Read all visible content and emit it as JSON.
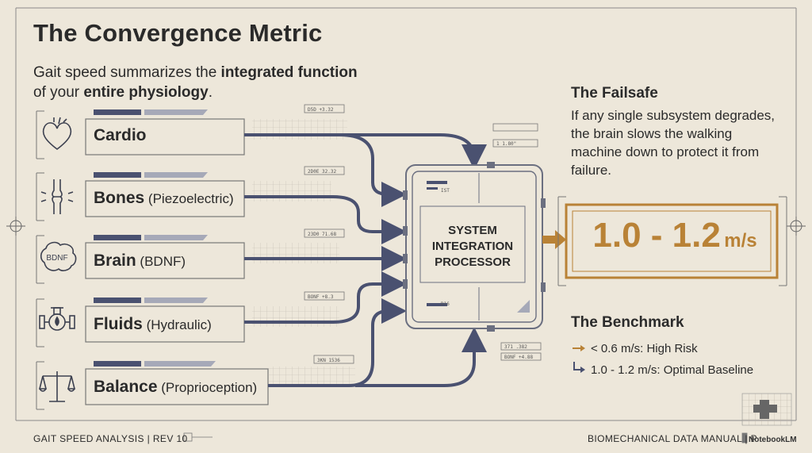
{
  "title": "The Convergence Metric",
  "subtitle": {
    "line1_prefix": "Gait speed summarizes the ",
    "line1_bold": "integrated function",
    "line2_prefix": "of your ",
    "line2_bold": "entire physiology",
    "line2_suffix": "."
  },
  "modules": [
    {
      "label": "Cardio",
      "paren": "",
      "icon": "heart-icon",
      "tag": "D5D  +3.32"
    },
    {
      "label": "Bones",
      "paren": " (Piezoelectric)",
      "icon": "bone-joint-icon",
      "tag": "2D0E  32.32"
    },
    {
      "label": "Brain",
      "paren": " (BDNF)",
      "icon": "brain-icon",
      "icon_text": "BDNF",
      "tag": "23D0  71.68"
    },
    {
      "label": "Fluids",
      "paren": " (Hydraulic)",
      "icon": "water-pump-icon",
      "tag": "BONF  +8.3"
    },
    {
      "label": "Balance",
      "paren": " (Proprioception)",
      "icon": "scales-icon",
      "tag": "3KN  1536"
    }
  ],
  "processor": {
    "line1": "SYSTEM",
    "line2": "INTEGRATION",
    "line3": "PROCESSOR",
    "tags": [
      "1 1.80\"",
      "IST",
      "D16",
      "371  .382",
      "BONF  +4.88"
    ]
  },
  "failsafe": {
    "heading": "The Failsafe",
    "body": "If any single subsystem degrades, the brain slows the walking machine down to protect it from failure."
  },
  "output": {
    "value": "1.0 - 1.2",
    "unit": "m/s"
  },
  "benchmark": {
    "heading": "The Benchmark",
    "items": [
      {
        "text": "< 0.6 m/s: High Risk",
        "arrow": "right-arrow-icon"
      },
      {
        "text": "1.0 - 1.2 m/s: Optimal Baseline",
        "arrow": "turn-right-arrow-icon"
      }
    ]
  },
  "footer": {
    "left": "GAIT SPEED ANALYSIS | REV 10",
    "right": "BIOMECHANICAL DATA MANUAL | P",
    "brand": "NotebookLM"
  },
  "colors": {
    "background": "#ede7da",
    "text": "#2a2a2a",
    "flow_line": "#4a5170",
    "accent": "#b98236",
    "frame": "#8a8a8a"
  }
}
